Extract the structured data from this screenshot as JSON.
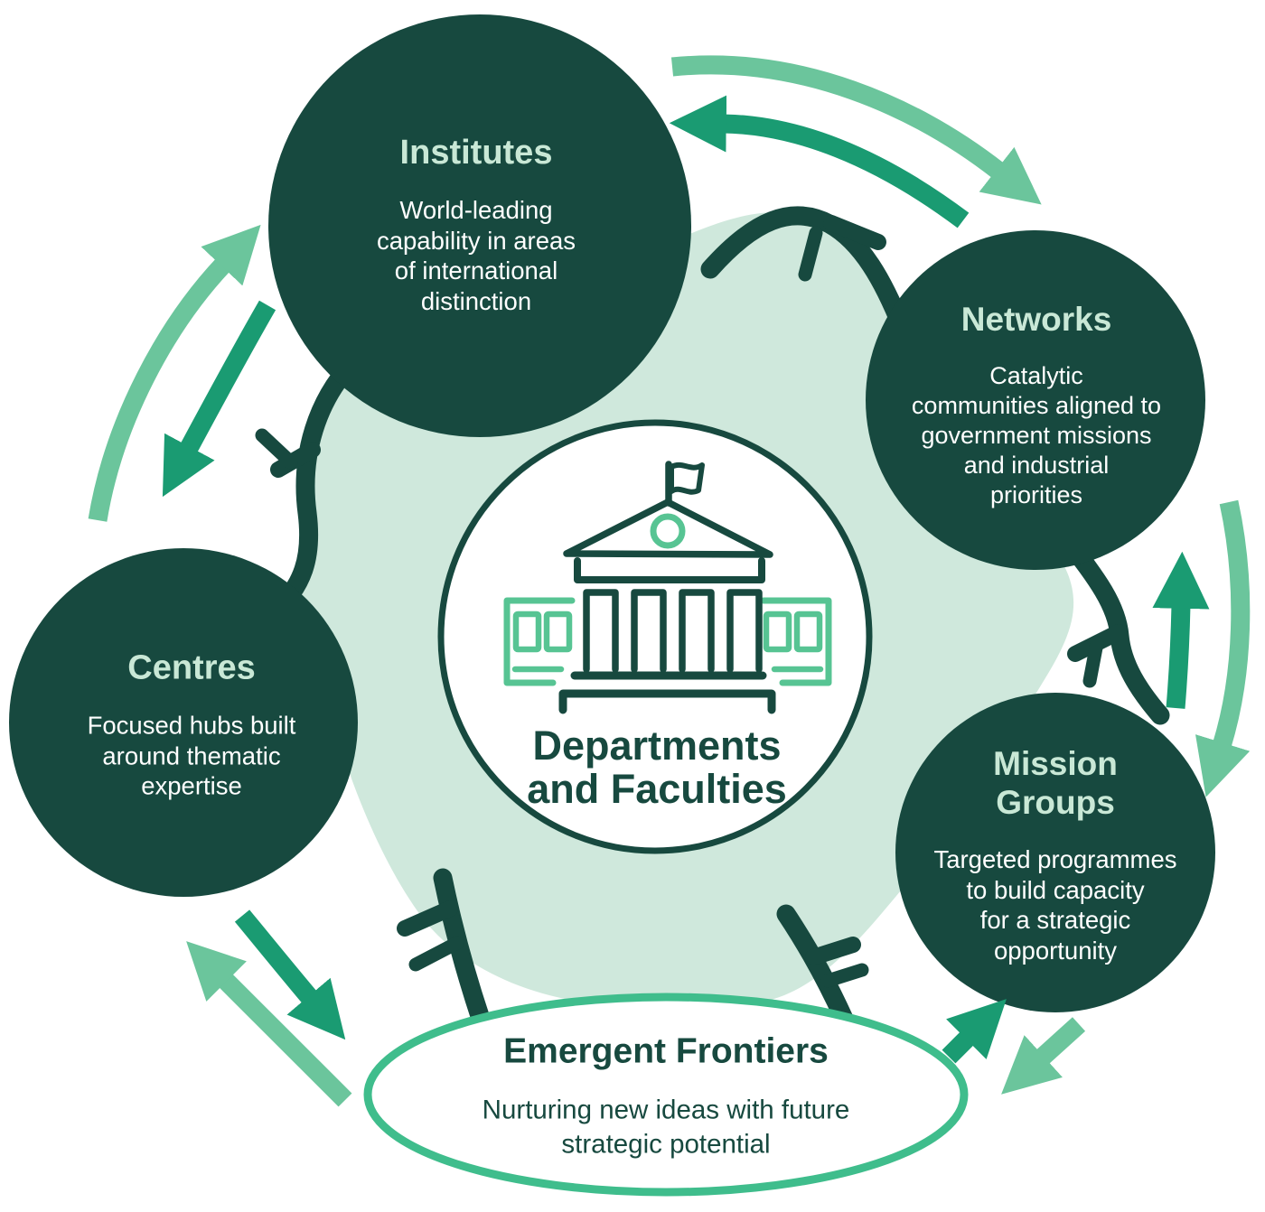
{
  "palette": {
    "dark": "#17493F",
    "mint_text": "#C9E8D6",
    "blob": "#CFE8DC",
    "green_mid": "#1A9B72",
    "green_light": "#6BC59C",
    "ellipse_green": "#3FBD8C",
    "icon_accent": "#57C493",
    "white": "#FFFFFF"
  },
  "center": {
    "title": "Departments\nand Faculties",
    "icon": "university-building-icon"
  },
  "nodes": [
    {
      "id": "institutes",
      "title": "Institutes",
      "description": "World-leading\ncapability in areas\nof international\ndistinction"
    },
    {
      "id": "networks",
      "title": "Networks",
      "description": "Catalytic\ncommunities aligned to\ngovernment missions\nand industrial\npriorities"
    },
    {
      "id": "centres",
      "title": "Centres",
      "description": "Focused hubs built\naround thematic\nexpertise"
    },
    {
      "id": "mission_groups",
      "title": "Mission\nGroups",
      "description": "Targeted programmes\nto build capacity\nfor a strategic\nopportunity"
    },
    {
      "id": "emergent_frontiers",
      "title": "Emergent Frontiers",
      "description": "Nurturing new ideas with future\nstrategic potential"
    }
  ]
}
